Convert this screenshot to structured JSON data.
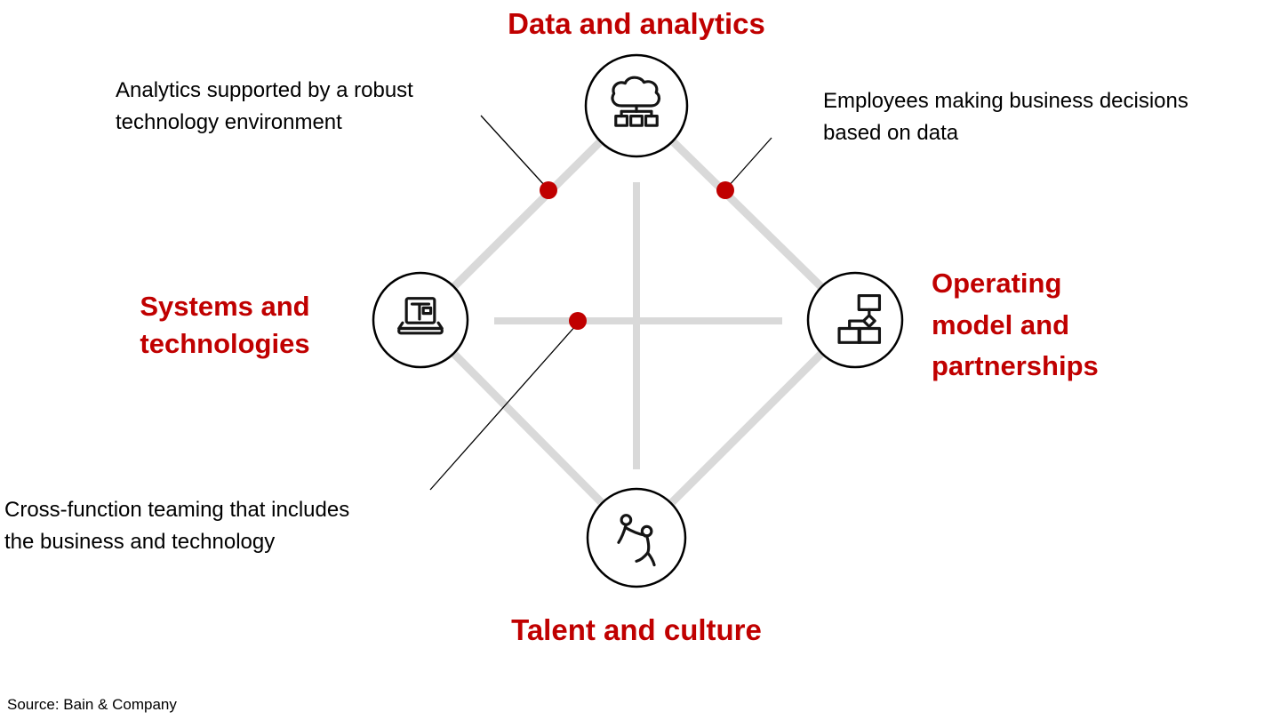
{
  "nodes": {
    "top": {
      "label": "Data and analytics",
      "icon": "cloud-network-icon"
    },
    "left": {
      "label": "Systems and\ntechnologies",
      "icon": "laptop-icon"
    },
    "right": {
      "label": "Operating\nmodel and\npartnerships",
      "icon": "org-chart-icon"
    },
    "bottom": {
      "label": "Talent and culture",
      "icon": "helping-people-icon"
    }
  },
  "annotations": {
    "top_left": "Analytics supported by a robust\ntechnology environment",
    "top_right": "Employees making business decisions\nbased on data",
    "bottom_left": "Cross-function teaming that includes\nthe business and technology"
  },
  "colors": {
    "accent_red": "#c00000",
    "dot_red": "#c00000",
    "line_gray": "#d9d9d9",
    "ink_black": "#141414"
  },
  "footer": {
    "source": "Source: Bain & Company"
  }
}
